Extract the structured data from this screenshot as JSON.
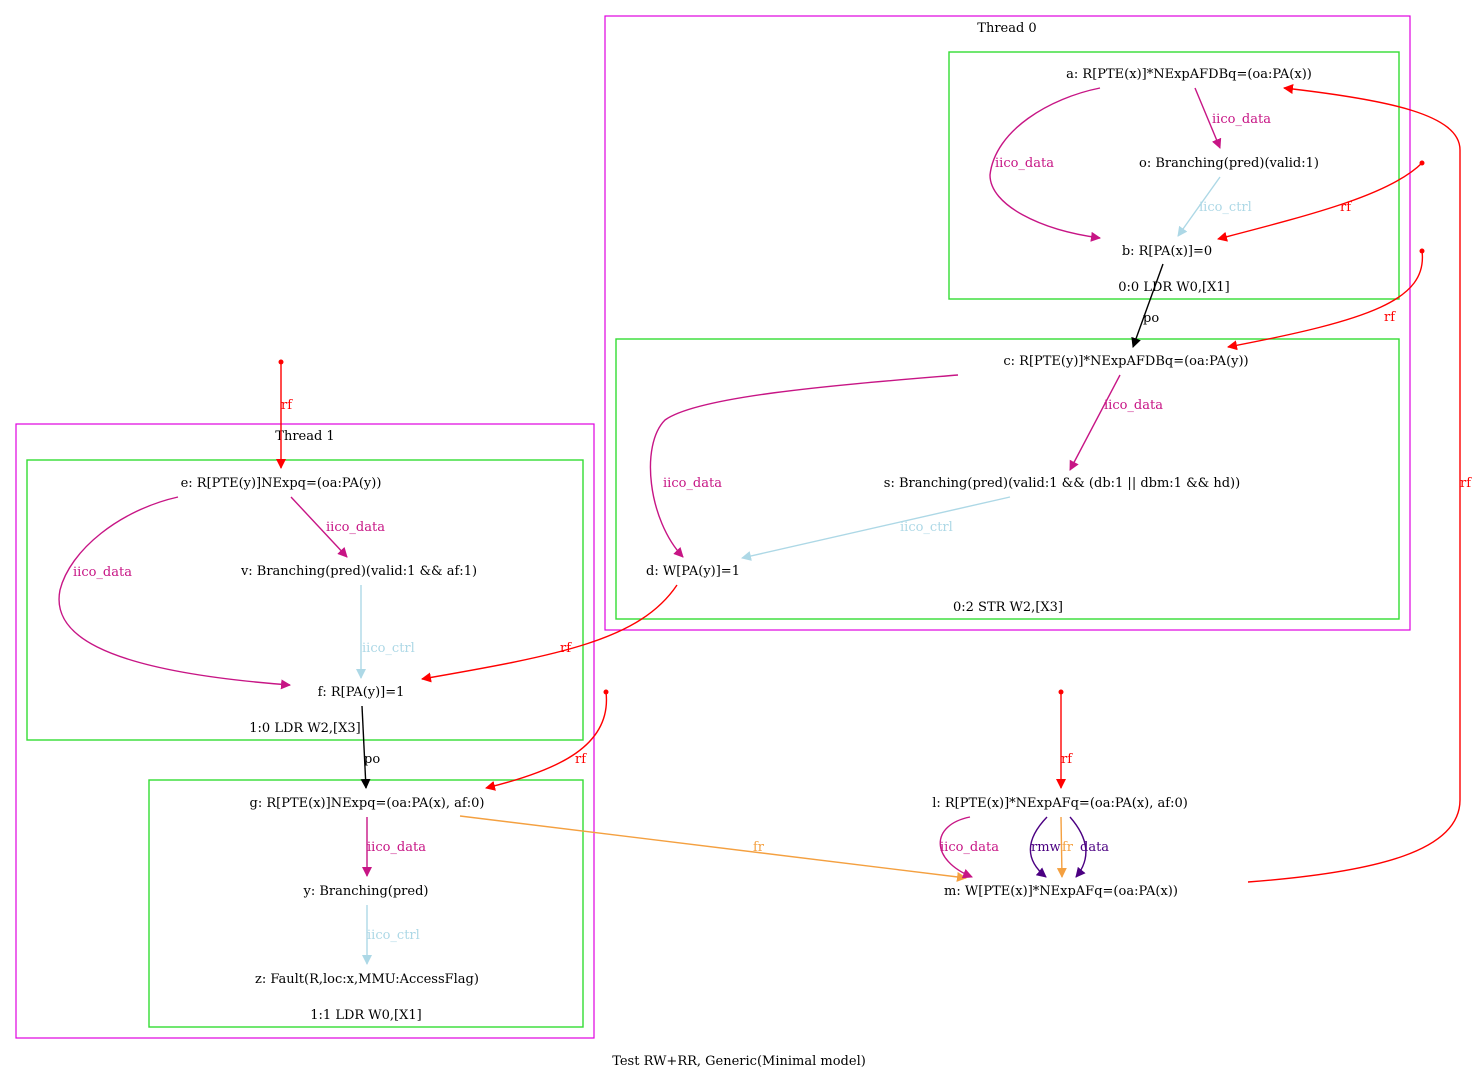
{
  "caption": "Test RW+RR, Generic(Minimal model)",
  "colors": {
    "thread_border": "#e000e0",
    "instr_border": "#33dd33",
    "rf": "#ff0000",
    "iico_data": "#c71585",
    "iico_ctrl": "#add8e6",
    "po": "#000000",
    "fr": "#f4a040",
    "rmw": "#4b0082",
    "data": "#4b0082"
  },
  "threads": [
    {
      "id": "t0",
      "label": "Thread 0"
    },
    {
      "id": "t1",
      "label": "Thread 1"
    }
  ],
  "instructions": [
    {
      "id": "i00",
      "label": "0:0 LDR W0,[X1]"
    },
    {
      "id": "i02",
      "label": "0:2 STR W2,[X3]"
    },
    {
      "id": "i10",
      "label": "1:0 LDR W2,[X3]"
    },
    {
      "id": "i11",
      "label": "1:1 LDR W0,[X1]"
    }
  ],
  "nodes": {
    "a": "a: R[PTE(x)]*NExpAFDBq=(oa:PA(x))",
    "o": "o: Branching(pred)(valid:1)",
    "b": "b: R[PA(x)]=0",
    "c": "c: R[PTE(y)]*NExpAFDBq=(oa:PA(y))",
    "s": "s: Branching(pred)(valid:1 && (db:1 || dbm:1 && hd))",
    "d": "d: W[PA(y)]=1",
    "e": "e: R[PTE(y)]NExpq=(oa:PA(y))",
    "v": "v: Branching(pred)(valid:1 && af:1)",
    "f": "f: R[PA(y)]=1",
    "g": "g: R[PTE(x)]NExpq=(oa:PA(x), af:0)",
    "y": "y: Branching(pred)",
    "z": "z: Fault(R,loc:x,MMU:AccessFlag)",
    "l": "l: R[PTE(x)]*NExpAFq=(oa:PA(x), af:0)",
    "m": "m: W[PTE(x)]*NExpAFq=(oa:PA(x))"
  },
  "edges": [
    {
      "id": "a-o",
      "label": "iico_data",
      "kind": "iico_data"
    },
    {
      "id": "a-b",
      "label": "iico_data",
      "kind": "iico_data"
    },
    {
      "id": "o-b",
      "label": "iico_ctrl",
      "kind": "iico_ctrl"
    },
    {
      "id": "init-b",
      "label": "rf",
      "kind": "rf"
    },
    {
      "id": "b-c",
      "label": "po",
      "kind": "po"
    },
    {
      "id": "init-c",
      "label": "rf",
      "kind": "rf"
    },
    {
      "id": "c-s",
      "label": "iico_data",
      "kind": "iico_data"
    },
    {
      "id": "c-d",
      "label": "iico_data",
      "kind": "iico_data"
    },
    {
      "id": "s-d",
      "label": "iico_ctrl",
      "kind": "iico_ctrl"
    },
    {
      "id": "init-e",
      "label": "rf",
      "kind": "rf"
    },
    {
      "id": "e-v",
      "label": "iico_data",
      "kind": "iico_data"
    },
    {
      "id": "e-f",
      "label": "iico_data",
      "kind": "iico_data"
    },
    {
      "id": "v-f",
      "label": "iico_ctrl",
      "kind": "iico_ctrl"
    },
    {
      "id": "d-f",
      "label": "rf",
      "kind": "rf"
    },
    {
      "id": "f-g",
      "label": "po",
      "kind": "po"
    },
    {
      "id": "init-g",
      "label": "rf",
      "kind": "rf"
    },
    {
      "id": "g-y",
      "label": "iico_data",
      "kind": "iico_data"
    },
    {
      "id": "y-z",
      "label": "iico_ctrl",
      "kind": "iico_ctrl"
    },
    {
      "id": "g-m",
      "label": "fr",
      "kind": "fr"
    },
    {
      "id": "init-l",
      "label": "rf",
      "kind": "rf"
    },
    {
      "id": "l-m-data",
      "label": "iico_data",
      "kind": "iico_data"
    },
    {
      "id": "l-m-rmw",
      "label": "rmw",
      "kind": "rmw"
    },
    {
      "id": "l-m-fr",
      "label": "fr",
      "kind": "fr"
    },
    {
      "id": "l-m-dep",
      "label": "data",
      "kind": "data"
    },
    {
      "id": "m-a",
      "label": "rf",
      "kind": "rf"
    }
  ]
}
